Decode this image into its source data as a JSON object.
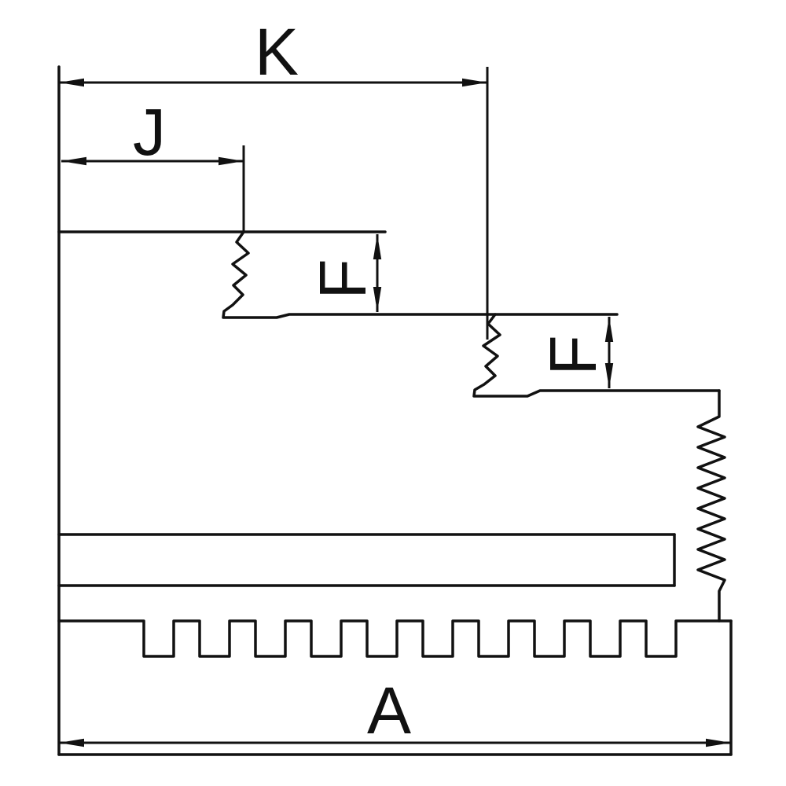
{
  "diagram": {
    "background": "#ffffff",
    "line_color": "#111111",
    "labels": {
      "k": "K",
      "j": "J",
      "f_step1": "F",
      "f_step2": "F",
      "a": "A"
    }
  }
}
